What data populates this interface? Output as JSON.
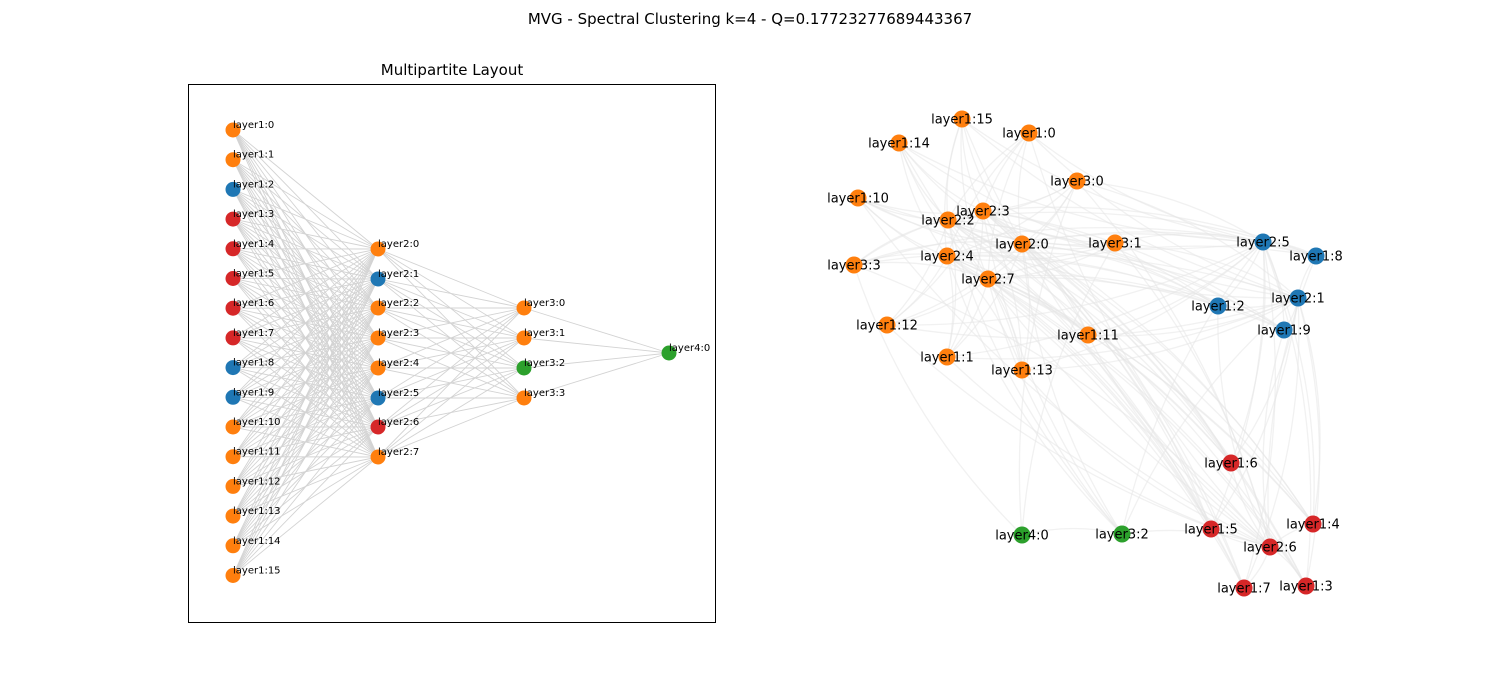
{
  "figure": {
    "title": "MVG - Spectral Clustering k=4 - Q=0.17723277689443367"
  },
  "panel_left": {
    "title": "Multipartite Layout"
  },
  "colors": {
    "blue": "#1f77b4",
    "orange": "#ff7f0e",
    "green": "#2ca02c",
    "red": "#d62728",
    "edge_left": "#d3d3d3",
    "edge_right": "#e6e6e6",
    "frame": "#000000"
  },
  "nodes": [
    {
      "id": "layer1:0",
      "cluster": "orange"
    },
    {
      "id": "layer1:1",
      "cluster": "orange"
    },
    {
      "id": "layer1:2",
      "cluster": "blue"
    },
    {
      "id": "layer1:3",
      "cluster": "red"
    },
    {
      "id": "layer1:4",
      "cluster": "red"
    },
    {
      "id": "layer1:5",
      "cluster": "red"
    },
    {
      "id": "layer1:6",
      "cluster": "red"
    },
    {
      "id": "layer1:7",
      "cluster": "red"
    },
    {
      "id": "layer1:8",
      "cluster": "blue"
    },
    {
      "id": "layer1:9",
      "cluster": "blue"
    },
    {
      "id": "layer1:10",
      "cluster": "orange"
    },
    {
      "id": "layer1:11",
      "cluster": "orange"
    },
    {
      "id": "layer1:12",
      "cluster": "orange"
    },
    {
      "id": "layer1:13",
      "cluster": "orange"
    },
    {
      "id": "layer1:14",
      "cluster": "orange"
    },
    {
      "id": "layer1:15",
      "cluster": "orange"
    },
    {
      "id": "layer2:0",
      "cluster": "orange"
    },
    {
      "id": "layer2:1",
      "cluster": "blue"
    },
    {
      "id": "layer2:2",
      "cluster": "orange"
    },
    {
      "id": "layer2:3",
      "cluster": "orange"
    },
    {
      "id": "layer2:4",
      "cluster": "orange"
    },
    {
      "id": "layer2:5",
      "cluster": "blue"
    },
    {
      "id": "layer2:6",
      "cluster": "red"
    },
    {
      "id": "layer2:7",
      "cluster": "orange"
    },
    {
      "id": "layer3:0",
      "cluster": "orange"
    },
    {
      "id": "layer3:1",
      "cluster": "orange"
    },
    {
      "id": "layer3:2",
      "cluster": "green"
    },
    {
      "id": "layer3:3",
      "cluster": "orange"
    },
    {
      "id": "layer4:0",
      "cluster": "green"
    }
  ]
}
